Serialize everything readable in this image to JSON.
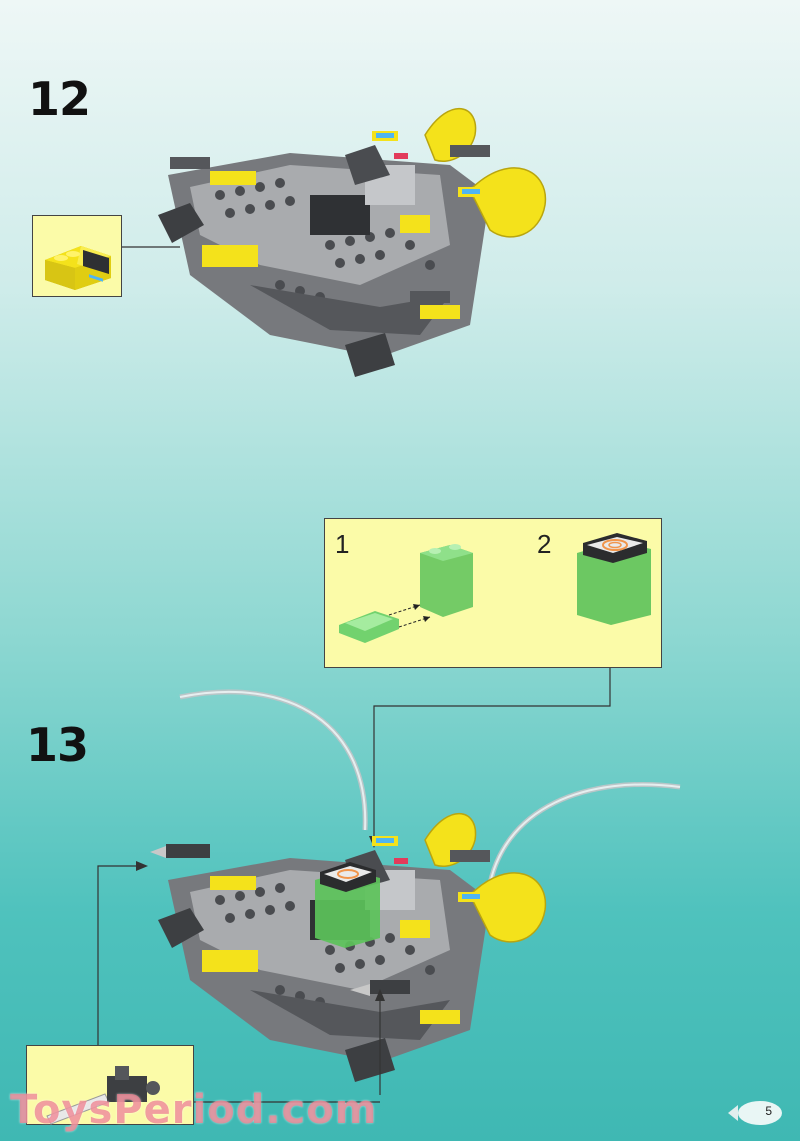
{
  "steps": [
    {
      "number": "12"
    },
    {
      "number": "13"
    }
  ],
  "substeps": [
    {
      "number": "1"
    },
    {
      "number": "2"
    }
  ],
  "page_number": "5",
  "watermark": "ToysPeriod.com",
  "colors": {
    "background_top": "#eef7f6",
    "background_bottom": "#3fb8b3",
    "callout_fill": "#fbfba8",
    "brick_yellow": "#f4e21b",
    "brick_dark_gray": "#55575b",
    "brick_light_gray": "#a9abae",
    "brick_trans_green": "#6ed16a",
    "watermark_pink": "#ec7d8c"
  },
  "icons": [
    "fish-icon",
    "arrow-icon",
    "connector-line"
  ]
}
